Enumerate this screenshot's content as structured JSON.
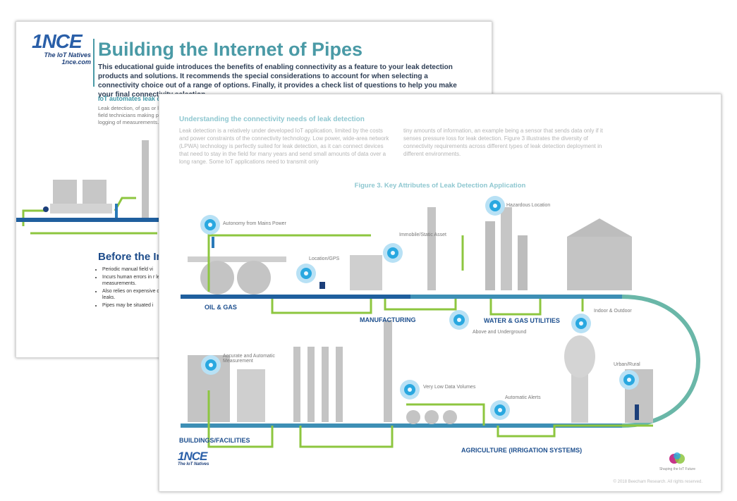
{
  "back_page": {
    "logo": {
      "mark": "1NCE",
      "tagline": "The IoT Natives",
      "url": "1nce.com"
    },
    "title": "Building the Internet of Pipes",
    "intro": "This educational guide introduces the benefits of enabling connectivity as a feature to your leak detection products and solutions. It recommends the special considerations to account for when selecting a connectivity choice out of a range of options. Finally, it provides a check list of questions to help you make your final connectivity selection.",
    "section_heading": "IoT automates leak det",
    "section_body": "Leak detection, of gas or li field technicians making p logging of measurements.",
    "before_heading": "Before the In",
    "bullets": [
      "Periodic manual field vi",
      "Incurs human errors in r leak measurements.",
      "Also relies on expensive detect leaks.",
      "Pipes may be situated i"
    ]
  },
  "front_page": {
    "heading": "Understanding the connectivity needs of leak detection",
    "col1": "Leak detection is a relatively under developed IoT application, limited by the costs and power constraints of the connectivity technology. Low power, wide-area network (LPWA) technology is perfectly suited for leak detection, as it can connect devices that need to stay in the field for many years and send small amounts of data over a long range. Some IoT applications need to transmit only",
    "col2": "tiny amounts of information, an example being a sensor that sends data only if it senses pressure loss for leak detection. Figure 3 illustrates the diversity of connectivity requirements across different types of leak detection deployment in different environments.",
    "figure_title": "Figure 3. Key Attributes of Leak Detection Application",
    "sectors": {
      "oil_gas": "OIL & GAS",
      "manufacturing": "MANUFACTURING",
      "water": "WATER & GAS UTILITIES",
      "buildings": "BUILDINGS/FACILITIES",
      "agriculture": "AGRICULTURE (IRRIGATION SYSTEMS)"
    },
    "attributes": {
      "autonomy": "Autonomy from Mains Power",
      "location_gps": "Location/GPS",
      "immobile": "Immobile/Static Asset",
      "hazardous": "Hazardous Location",
      "indoor_outdoor": "Indoor & Outdoor",
      "above_under": "Above and Underground",
      "accurate": "Accurate and Automatic Measurement",
      "low_data": "Very Low Data Volumes",
      "alerts": "Automatic Alerts",
      "urban": "Urban/Rural"
    },
    "footer_logo": {
      "mark": "1NCE",
      "tagline": "The IoT Natives"
    },
    "beecham": "Shaping the IoT Future",
    "copyright": "© 2018 Beecham Research. All rights reserved."
  },
  "colors": {
    "brand_blue": "#2a5fa8",
    "teal": "#4a9aa6",
    "pipe_blue": "#1f5f9e",
    "green": "#8dc63f",
    "sensor": "#29a8e0"
  }
}
